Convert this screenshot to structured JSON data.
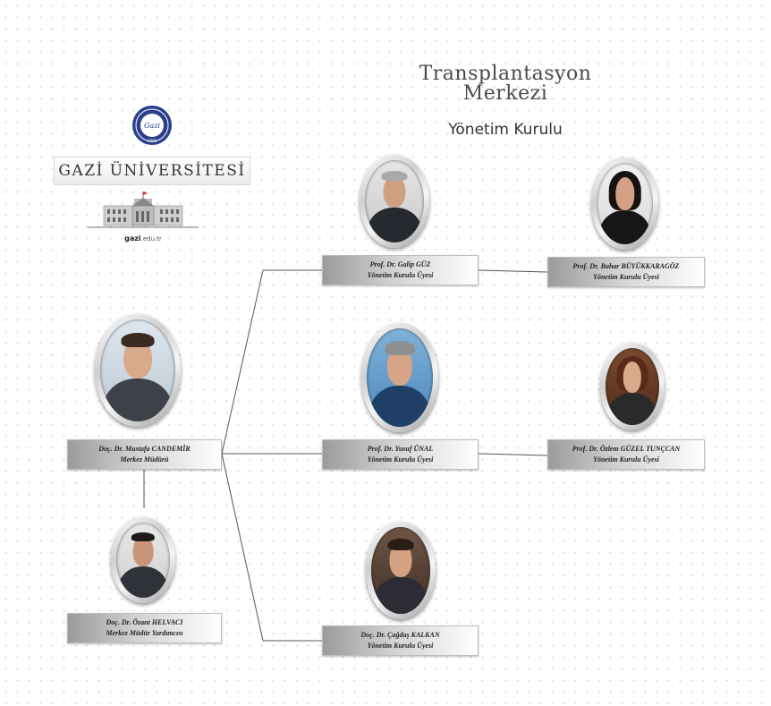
{
  "header": {
    "title_line1": "Transplantasyon",
    "title_line2": "Merkezi",
    "subtitle": "Yönetim Kurulu"
  },
  "logo": {
    "university_name": "GAZİ ÜNİVERSİTESİ",
    "domain_main": "gazi",
    "domain_suffix": ".edu.tr",
    "seal_text": "Gazi",
    "seal_year": "1926"
  },
  "colors": {
    "seal_blue": "#2b3f8c",
    "line": "#555555"
  },
  "people": [
    {
      "name": "Doç. Dr. Mustafa CANDEMİR",
      "role": "Merkez Müdürü"
    },
    {
      "name": "Doç. Dr. Özant HELVACI",
      "role": "Merkez Müdür Yardımcısı"
    },
    {
      "name": "Prof. Dr. Galip GÜZ",
      "role": "Yönetim Kurulu Üyesi"
    },
    {
      "name": "Prof. Dr. Yusuf ÜNAL",
      "role": "Yönetim Kurulu Üyesi"
    },
    {
      "name": "Doç. Dr. Çağdaş KALKAN",
      "role": "Yönetim Kurulu Üyesi"
    },
    {
      "name": "Prof. Dr. Bahar BÜYÜKKARAGÖZ",
      "role": "Yönetim Kurulu Üyesi"
    },
    {
      "name": "Prof. Dr. Özlem GÜZEL TUNÇCAN",
      "role": "Yönetim Kurulu Üyesi"
    }
  ]
}
